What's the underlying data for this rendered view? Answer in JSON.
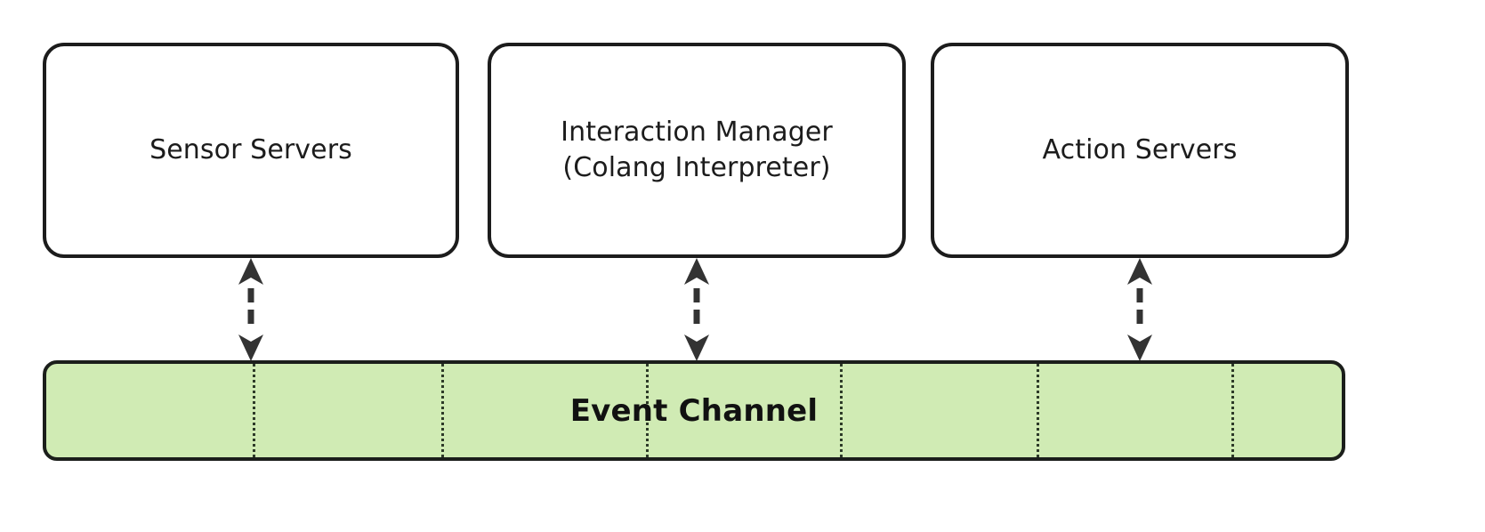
{
  "diagram": {
    "type": "architecture-block-diagram",
    "background_color": "#ffffff",
    "components": [
      {
        "id": "sensor-servers",
        "label": "Sensor Servers",
        "shape": "rounded-rectangle",
        "fill_color": "#ffffff",
        "border_color": "#1c1c1c"
      },
      {
        "id": "interaction-manager",
        "label": "Interaction Manager\n(Colang Interpreter)",
        "line1": "Interaction Manager",
        "line2": "(Colang Interpreter)",
        "shape": "rounded-rectangle",
        "fill_color": "#ffffff",
        "border_color": "#1c1c1c"
      },
      {
        "id": "action-servers",
        "label": "Action Servers",
        "shape": "rounded-rectangle",
        "fill_color": "#ffffff",
        "border_color": "#1c1c1c"
      }
    ],
    "bus": {
      "id": "event-channel",
      "label": "Event Channel",
      "shape": "rounded-rectangle",
      "fill_color": "#d0ebb4",
      "border_color": "#1b1e1b",
      "divider_style": "dotted",
      "divider_color": "#2d3a28",
      "divider_positions": [
        280,
        492,
        722,
        940,
        1161,
        1380
      ]
    },
    "connectors": [
      {
        "id": "sensor-to-channel",
        "from": "sensor-servers",
        "to": "event-channel",
        "style": "dashed",
        "direction": "bidirectional",
        "color": "#333333"
      },
      {
        "id": "interaction-to-channel",
        "from": "interaction-manager",
        "to": "event-channel",
        "style": "dashed",
        "direction": "bidirectional",
        "color": "#333333"
      },
      {
        "id": "action-to-channel",
        "from": "action-servers",
        "to": "event-channel",
        "style": "dashed",
        "direction": "bidirectional",
        "color": "#333333"
      }
    ]
  }
}
